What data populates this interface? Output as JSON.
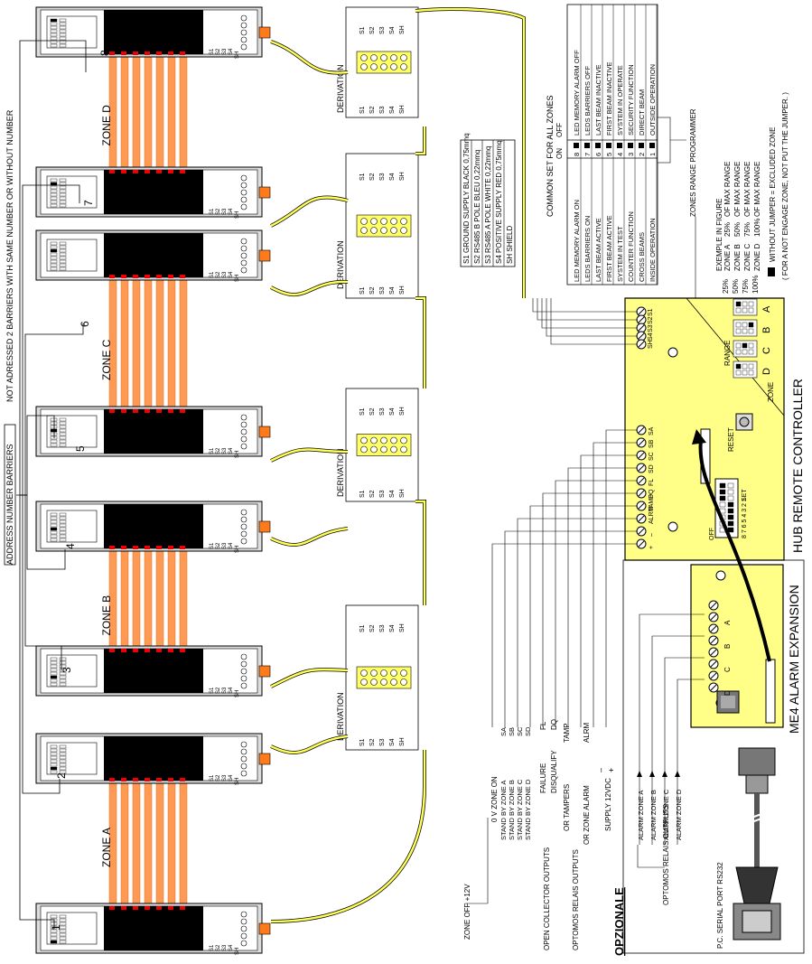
{
  "zones": {
    "a": "ZONE A",
    "b": "ZONE B",
    "c": "ZONE C",
    "d": "ZONE D"
  },
  "barrier_numbers": [
    "1",
    "2",
    "3",
    "4",
    "5",
    "6",
    "7",
    "8"
  ],
  "address_note": "ADDRESS NUMBER BARRIERS",
  "address_note2": "NOT ADRESSED 2 BARRIERS WITH SAME NUMBER OR WITHOUT NUMBER",
  "derivation_label": "DERIVATION",
  "barrier_terminals": [
    "S1",
    "S2",
    "S3",
    "S4",
    "SH"
  ],
  "wires": {
    "title": "COMMON SET FOR ALL ZONES",
    "rows": [
      {
        "code": "S1",
        "name": "GROUND SUPPLY",
        "color": "BLACK",
        "section": "0,75mmq"
      },
      {
        "code": "S2",
        "name": "RS485 B POLE",
        "color": "BLEU",
        "section": "0,22mmq"
      },
      {
        "code": "S3",
        "name": "RS485 A POLE",
        "color": "WHITE",
        "section": "0,22mmq"
      },
      {
        "code": "S4",
        "name": "POSITIVE SUPPLY",
        "color": "RED",
        "section": "0,75mmq"
      },
      {
        "code": "SH",
        "name": "SHIELD",
        "color": "",
        "section": ""
      }
    ]
  },
  "dip_settings": {
    "on_label": "ON",
    "off_label": "OFF",
    "rows": [
      {
        "num": "8",
        "on": "LED MEMORY ALARM ON",
        "off": "LED MEMORY ALARM OFF"
      },
      {
        "num": "7",
        "on": "LEDS BARRIERS ON",
        "off": "LEDS BARRIERS OFF"
      },
      {
        "num": "6",
        "on": "LAST BEAM ACTIVE",
        "off": "LAST BEAM INACTIVE"
      },
      {
        "num": "5",
        "on": "FIRST BEAM ACTIVE",
        "off": "FIRST BEAM INACTIVE"
      },
      {
        "num": "4",
        "on": "SYSTEM IN TEST",
        "off": "SYSTEM IN OPERATE"
      },
      {
        "num": "3",
        "on": "COUNTER FUNCTION",
        "off": "SECURITY FUNCTION"
      },
      {
        "num": "2",
        "on": "CROSS BEAMS",
        "off": "DIRECT BEAM"
      },
      {
        "num": "1",
        "on": "INSIDE OPERATION",
        "off": "OUTSIDE OPERATION"
      }
    ]
  },
  "range_programmer": {
    "title": "ZONES RANGE PROGRAMMER",
    "subtitle": "EXEMPLE IN FIGURE",
    "rows": [
      {
        "zone": "ZONE A",
        "pct": "25%",
        "desc": "OF MAX RANGE"
      },
      {
        "zone": "ZONE B",
        "pct": "50%",
        "desc": "OF MAX RANGE"
      },
      {
        "zone": "ZONE C",
        "pct": "75%",
        "desc": "OF MAX RANGE"
      },
      {
        "zone": "ZONE D",
        "pct": "100%",
        "desc": "OF MAX RANGE"
      }
    ],
    "scale": [
      "25%",
      "50%",
      "75%",
      "100%"
    ],
    "note1": "WITHOUT JUMPER = EXCLUDED ZONE",
    "note2": "( FOR A NOT ENGAGE ZONE, NOT PUT THE JUMPER. )"
  },
  "hub": {
    "title": "HUB REMOTE CONTROLLER",
    "reset": "RESET",
    "set": "SET",
    "off": "OFF",
    "range": "RANGE",
    "zone": "ZONE",
    "dip_digits": "8 7 6 5 4 3 2 1",
    "zone_letters": [
      "D",
      "C",
      "B",
      "A"
    ],
    "top_terminals": [
      "S1",
      "S2",
      "S3",
      "S4",
      "SH"
    ],
    "bottom_terminals": [
      "+",
      "–",
      "ALRM",
      "TAMP",
      "DQ",
      "FL",
      "SD",
      "SC",
      "SB",
      "SA"
    ]
  },
  "expansion": {
    "title": "ME4 ALARM EXPANSION",
    "letters": [
      "D",
      "C",
      "B",
      "A"
    ]
  },
  "outputs": {
    "zone_off": "ZONE OFF +12V",
    "zone_on": "0 V ZONE ON",
    "standby": [
      "STAND BY ZONE A",
      "STAND BY ZONE B",
      "STAND BY ZONE C",
      "STAND BY ZONE D"
    ],
    "standby_codes": [
      "SA",
      "SB",
      "SC",
      "SD"
    ],
    "open_collector": "OPEN COLLECTOR OUTPUTS",
    "failure": "FAILURE",
    "disqualify": "DISQUALIFY",
    "fl": "FL",
    "dq": "DQ",
    "optomos1": "OPTOMOS RELAIS OUTPUTS",
    "or_tampers": "OR TAMPERS",
    "tamp": "TAMP",
    "or_zone_alarm": "OR ZONE ALARM",
    "alrm": "ALRM",
    "supply": "SUPPLY 12VDC",
    "minus": "–",
    "plus": "+",
    "opzionale": "OPZIONALE",
    "optomos2": "OPTOMOS RELAIS OUTPUTS",
    "alarm_zones": [
      "ALARM ZONE A",
      "ALARM ZONE B",
      "ALARM ZONE C",
      "ALARM ZONE D"
    ],
    "serial": "P.C. SERIAL PORT RS232"
  }
}
